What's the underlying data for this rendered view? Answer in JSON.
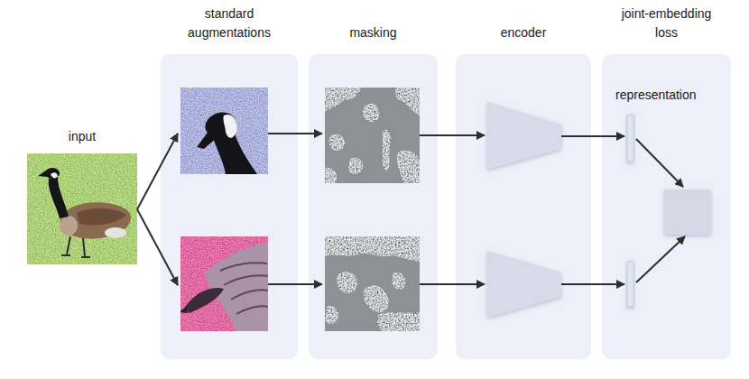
{
  "diagram": {
    "nodes": [
      {
        "text": [
          "standard augmentations"
        ]
      },
      {
        "text": [
          "masking"
        ]
      },
      {
        "text": [
          "encoder"
        ]
      },
      {
        "text": [
          "joint-embedding loss",
          "representation"
        ]
      }
    ],
    "labels": [
      "input"
    ]
  }
}
